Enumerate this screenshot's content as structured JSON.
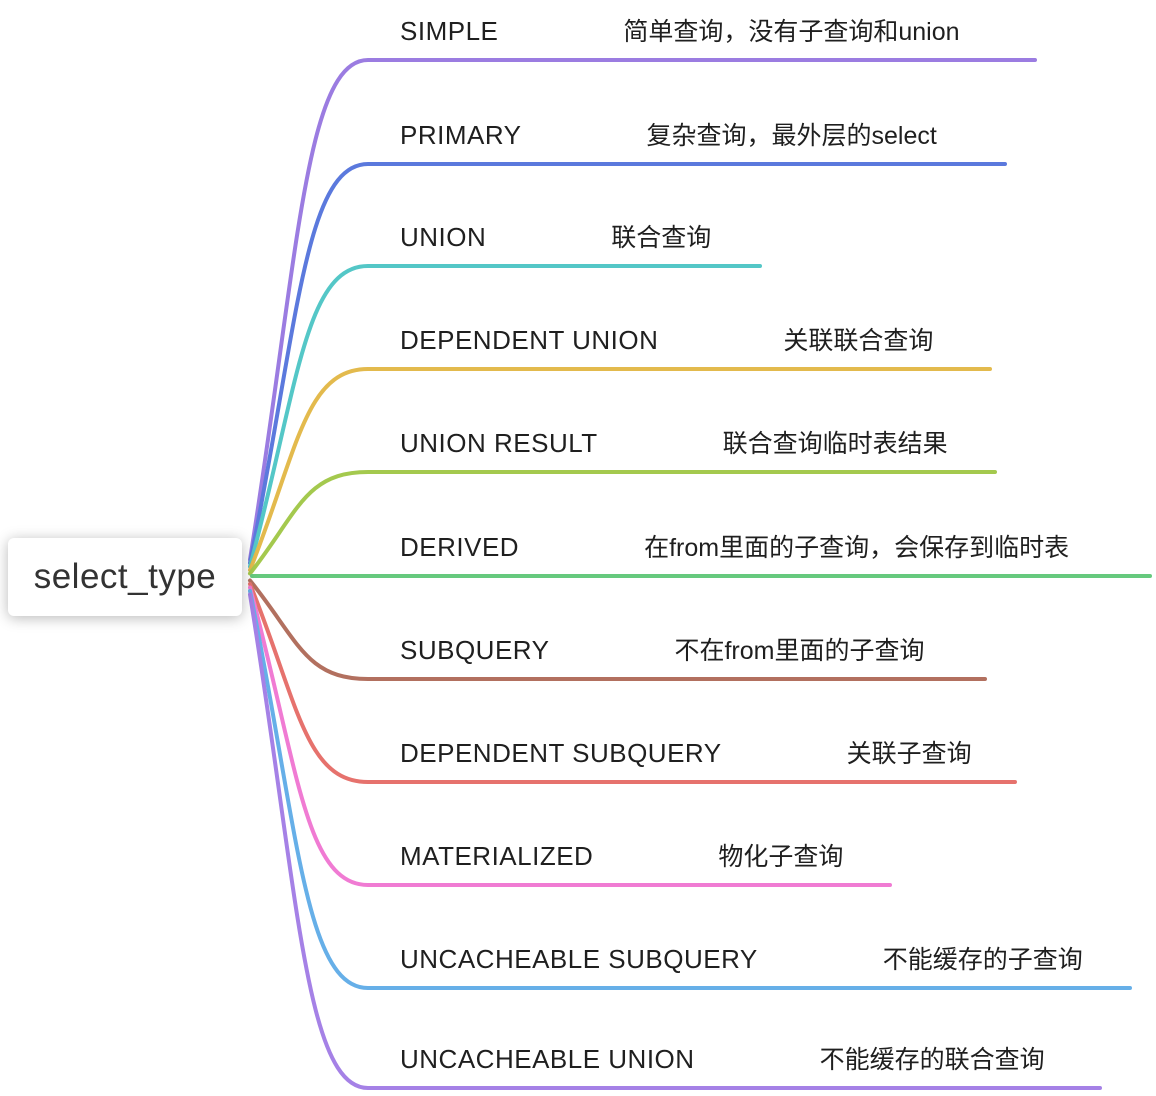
{
  "root": {
    "label": "select_type"
  },
  "branches": [
    {
      "label": "SIMPLE",
      "desc": "简单查询，没有子查询和union",
      "color": "#9b7ce1"
    },
    {
      "label": "PRIMARY",
      "desc": "复杂查询，最外层的select",
      "color": "#5b79dd"
    },
    {
      "label": "UNION",
      "desc": "联合查询",
      "color": "#54c7c7"
    },
    {
      "label": "DEPENDENT UNION",
      "desc": "关联联合查询",
      "color": "#e3ba4d"
    },
    {
      "label": "UNION RESULT",
      "desc": "联合查询临时表结果",
      "color": "#a4c94e"
    },
    {
      "label": "DERIVED",
      "desc": "在from里面的子查询，会保存到临时表",
      "color": "#66c97e"
    },
    {
      "label": "SUBQUERY",
      "desc": "不在from里面的子查询",
      "color": "#b2705f"
    },
    {
      "label": "DEPENDENT SUBQUERY",
      "desc": "关联子查询",
      "color": "#e6726d"
    },
    {
      "label": "MATERIALIZED",
      "desc": "物化子查询",
      "color": "#f07bd3"
    },
    {
      "label": "UNCACHEABLE SUBQUERY",
      "desc": "不能缓存的子查询",
      "color": "#66afe8"
    },
    {
      "label": "UNCACHEABLE UNION",
      "desc": "不能缓存的联合查询",
      "color": "#a581e6"
    }
  ]
}
